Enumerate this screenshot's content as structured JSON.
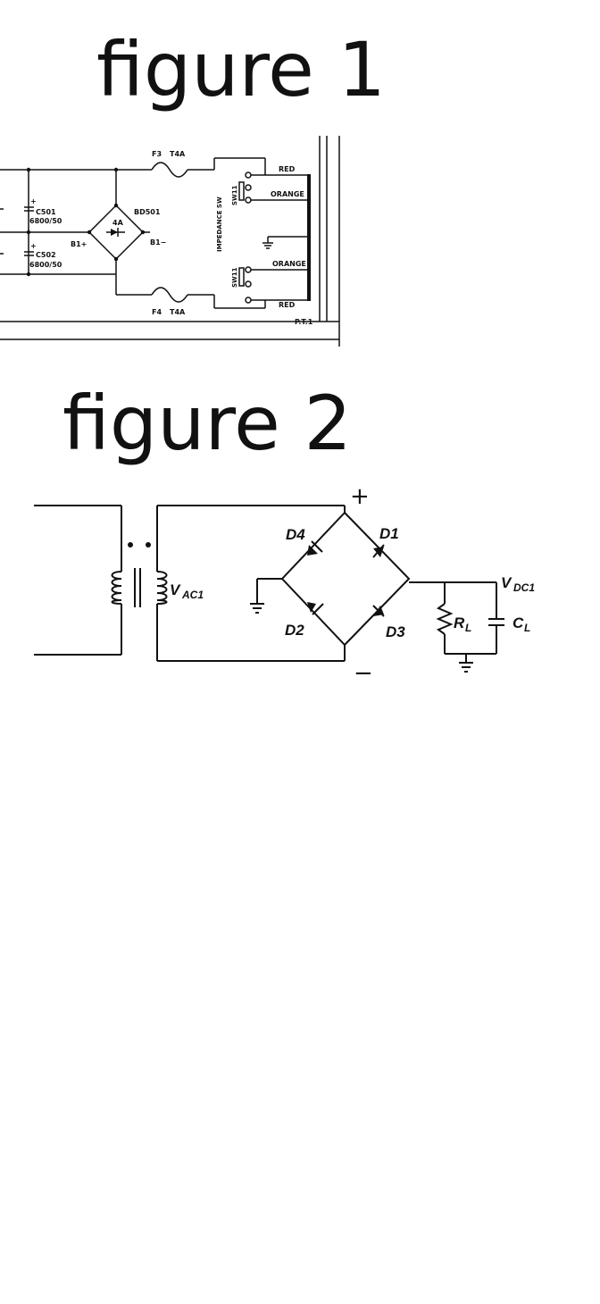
{
  "figure1": {
    "title": "figure 1",
    "labels": {
      "f3": "F3",
      "f3_rating": "T4A",
      "f4": "F4",
      "f4_rating": "T4A",
      "c501": "C501",
      "c501_value": "6800/50",
      "c502": "C502",
      "c502_value": "6800/50",
      "bd501": "BD501",
      "bd501_rating": "4A",
      "b1_plus": "B1+",
      "b1_minus": "B1−",
      "impedance_sw": "IMPEDANCE SW",
      "sw11_top": "SW11",
      "sw11_bottom": "SW11",
      "red_top": "RED",
      "orange_top": "ORANGE",
      "orange_bottom": "ORANGE",
      "red_bottom": "RED",
      "pt1": "P.T.1"
    }
  },
  "figure2": {
    "title": "figure 2",
    "labels": {
      "plus": "+",
      "minus": "−",
      "d1": "D1",
      "d2": "D2",
      "d3": "D3",
      "d4": "D4",
      "vac_main": "V",
      "vac_sub": "AC1",
      "vdc_main": "V",
      "vdc_sub": "DC1",
      "rl_main": "R",
      "rl_sub": "L",
      "cl_main": "C",
      "cl_sub": "L"
    }
  }
}
